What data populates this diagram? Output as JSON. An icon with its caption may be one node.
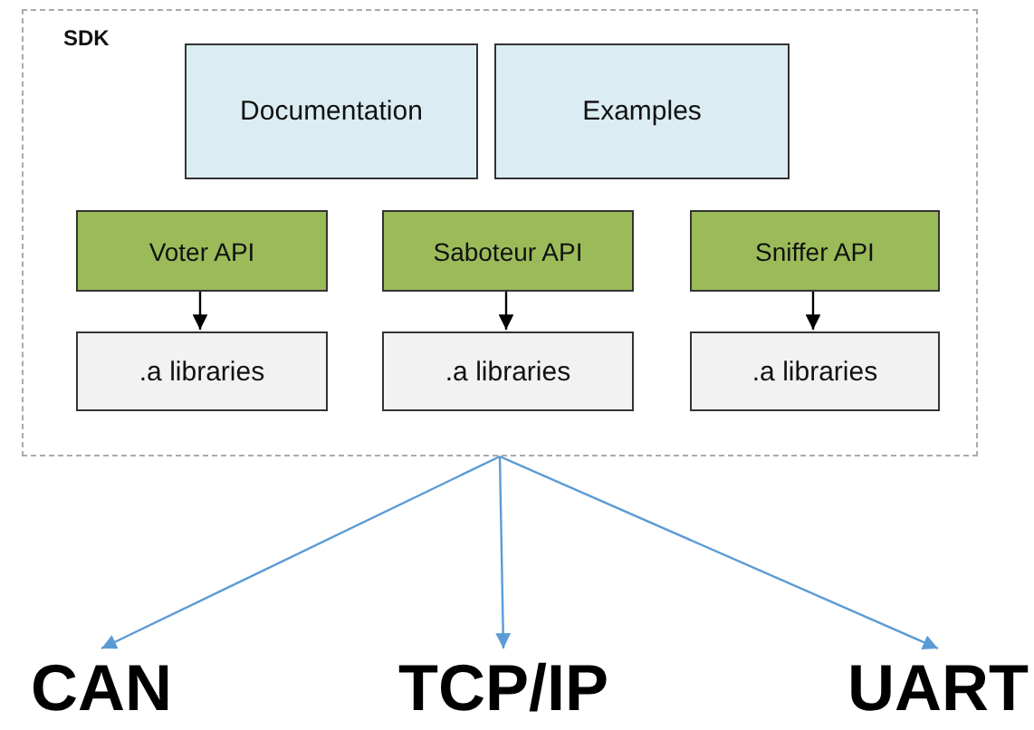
{
  "diagram": {
    "nodes": [
      {
        "text": [
          "SDK"
        ]
      },
      {
        "text": [
          "Documentation"
        ],
        "in": 0
      },
      {
        "text": [
          "Examples"
        ],
        "in": 0
      },
      {
        "text": [
          "Voter API"
        ],
        "in": 0
      },
      {
        "text": [
          ".a libraries"
        ],
        "in": 0
      },
      {
        "text": [
          "Saboteur API"
        ],
        "in": 0
      },
      {
        "text": [
          ".a libraries"
        ],
        "in": 0
      },
      {
        "text": [
          "Sniffer API"
        ],
        "in": 0
      },
      {
        "text": [
          ".a libraries"
        ],
        "in": 0
      },
      {
        "text": [
          "CAN"
        ]
      },
      {
        "text": [
          "TCP/IP"
        ]
      },
      {
        "text": [
          "UART"
        ]
      }
    ],
    "edges": [
      {
        "from": 3,
        "to": 4,
        "arrow": "to"
      },
      {
        "from": 5,
        "to": 6,
        "arrow": "to"
      },
      {
        "from": 7,
        "to": 8,
        "arrow": "to"
      },
      {
        "from": 0,
        "to": 9,
        "arrow": "to",
        "color": "#5b9bd5"
      },
      {
        "from": 0,
        "to": 10,
        "arrow": "to",
        "color": "#5b9bd5"
      },
      {
        "from": 0,
        "to": 11,
        "arrow": "to",
        "color": "#5b9bd5"
      }
    ]
  }
}
